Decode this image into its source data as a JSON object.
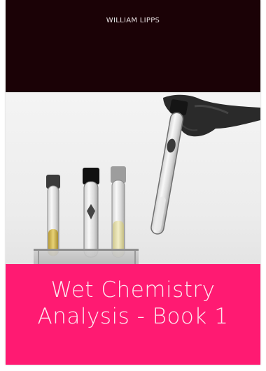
{
  "cover": {
    "author": "WILLIAM LIPPS",
    "title_line_1": "Wet Chemistry",
    "title_line_2": "Analysis - Book 1",
    "colors": {
      "top_band": "#1b0206",
      "title_band": "#ff1a72",
      "title_text": "#fce8ef",
      "author_text": "#e8e0e2"
    },
    "photo_subject": "test-tubes-in-rack-with-gloved-hand"
  }
}
